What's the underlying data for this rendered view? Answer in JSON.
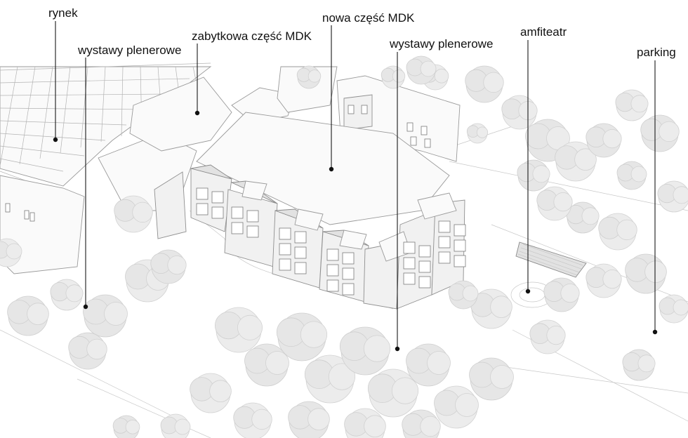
{
  "labels": {
    "rynek": "rynek",
    "wystawy_left": "wystawy plenerowe",
    "zabytkowa": "zabytkowa część MDK",
    "nowa": "nowa część MDK",
    "wystawy_right": "wystawy plenerowe",
    "amfiteatr": "amfiteatr",
    "parking": "parking"
  },
  "colors": {
    "background": "#ffffff",
    "line": "#1a1a1a",
    "foliage": "#e6e6e6",
    "building_outline": "#9a9a9a"
  }
}
